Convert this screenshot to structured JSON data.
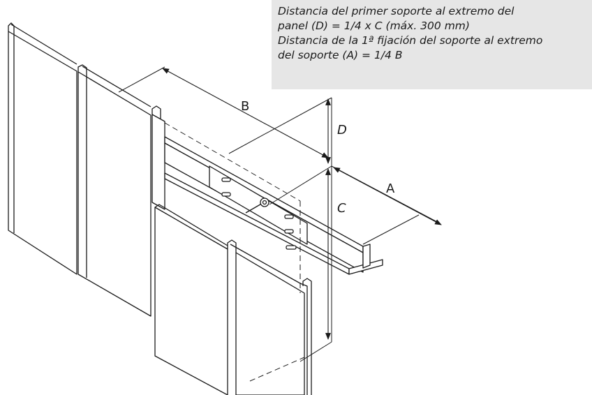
{
  "note": {
    "lines": [
      "Distancia del primer soporte al extremo del",
      "panel (D) = 1/4 x C (máx. 300 mm)",
      "Distancia de la 1ª fijación del soporte al extremo",
      "del soporte (A) = 1/4 B"
    ]
  },
  "dimensions": {
    "b": "B",
    "d": "D",
    "c": "C",
    "a": "A"
  },
  "colors": {
    "note_background": "#e6e6e6",
    "line": "#1a1a1a"
  }
}
